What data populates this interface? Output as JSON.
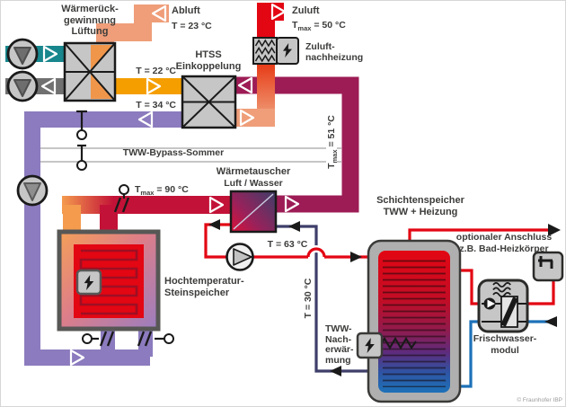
{
  "components": {
    "wrg": {
      "lines": [
        "Wärmerück-",
        "gewinnung",
        "Lüftung"
      ]
    },
    "htss": {
      "lines": [
        "HTSS",
        "Einkoppelung"
      ]
    },
    "heater": {
      "lines": [
        "Zuluft-",
        "nachheizung"
      ]
    },
    "wt": {
      "lines": [
        "Wärmetauscher",
        "Luft / Wasser"
      ]
    },
    "stone": {
      "lines": [
        "Hochtemperatur-",
        "Steinspeicher"
      ]
    },
    "tank": {
      "lines": [
        "Schichtenspeicher",
        "TWW + Heizung"
      ]
    },
    "fwm": {
      "lines": [
        "Frischwasser-",
        "modul"
      ]
    },
    "reheat": {
      "lines": [
        "TWW-",
        "Nach-",
        "erwär-",
        "mung"
      ]
    },
    "bypass": {
      "label": "TWW-Bypass-Sommer"
    },
    "optional": {
      "lines": [
        "optionaler Anschluss",
        "z.B. Bad-Heizkörper"
      ]
    }
  },
  "temps": {
    "abluft": {
      "label": "Abluft",
      "value": "T = 23 °C"
    },
    "zuluft": {
      "label": "Zuluft",
      "t": "T",
      "sub": "max",
      "rest": " = 50 °C"
    },
    "t22": {
      "value": "T = 22 °C"
    },
    "t34": {
      "value": "T = 34 °C"
    },
    "t51": {
      "t": "T",
      "sub": "max",
      "rest": " = 51 °C"
    },
    "t90": {
      "t": "T",
      "sub": "max",
      "rest": " = 90 °C"
    },
    "t63": {
      "value": "T = 63 °C"
    },
    "t30": {
      "value": "T = 30 °C"
    }
  },
  "icons": {
    "fan": "fan-icon",
    "pump": "pump-icon",
    "valve": "valve-icon",
    "lightning": "lightning-bolt-icon",
    "faucet": "faucet-icon",
    "heat_exchanger": "heat-exchanger-icon",
    "coil": "heating-coil-icon"
  },
  "colors": {
    "teal": "#17868D",
    "exhaust_gray": "#707070",
    "salmon": "#EF9E79",
    "orange": "#F59E00",
    "purple": "#8C7BBE",
    "magenta": "#9D1C55",
    "crimson": "#C31237",
    "red": "#E30613",
    "blue": "#1D71B8",
    "navy": "#3E3E6B",
    "component_gray": "#C6C6C6",
    "border": "#3C3C3B"
  },
  "meta": {
    "copyright": "© Fraunhofer IBP"
  }
}
